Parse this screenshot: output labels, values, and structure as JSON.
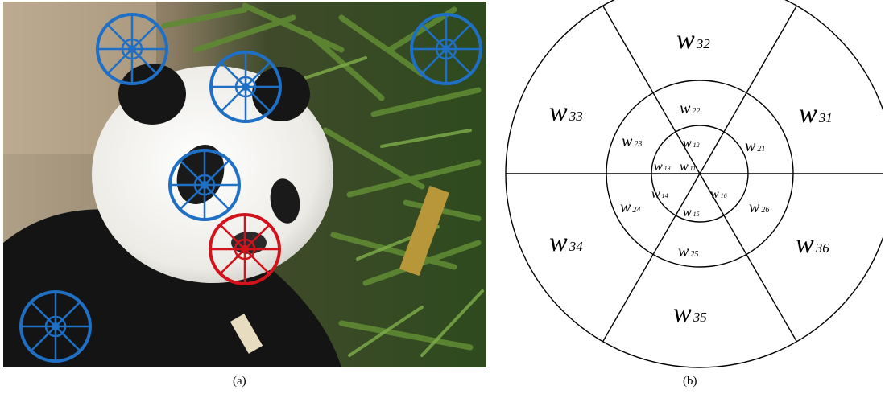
{
  "panels": {
    "a": {
      "caption": "(a)",
      "photo_subject": "giant panda among bamboo leaves",
      "colors": {
        "blue_marker": "#1f6fc4",
        "red_marker": "#d3121b"
      },
      "markers": [
        {
          "name": "blue-marker-1",
          "color": "blue"
        },
        {
          "name": "blue-marker-2",
          "color": "blue"
        },
        {
          "name": "blue-marker-3",
          "color": "blue"
        },
        {
          "name": "blue-marker-4",
          "color": "blue"
        },
        {
          "name": "blue-marker-5",
          "color": "blue"
        },
        {
          "name": "red-marker",
          "color": "red"
        }
      ]
    },
    "b": {
      "caption": "(b)",
      "rings": 3,
      "sectors_per_ring": 6,
      "labels": {
        "w11": "11",
        "w12": "12",
        "w13": "13",
        "w14": "14",
        "w15": "15",
        "w16": "16",
        "w21": "21",
        "w22": "22",
        "w23": "23",
        "w24": "24",
        "w25": "25",
        "w26": "26",
        "w31": "31",
        "w32": "32",
        "w33": "33",
        "w34": "34",
        "w35": "35",
        "w36": "36"
      },
      "symbol": "w"
    }
  }
}
